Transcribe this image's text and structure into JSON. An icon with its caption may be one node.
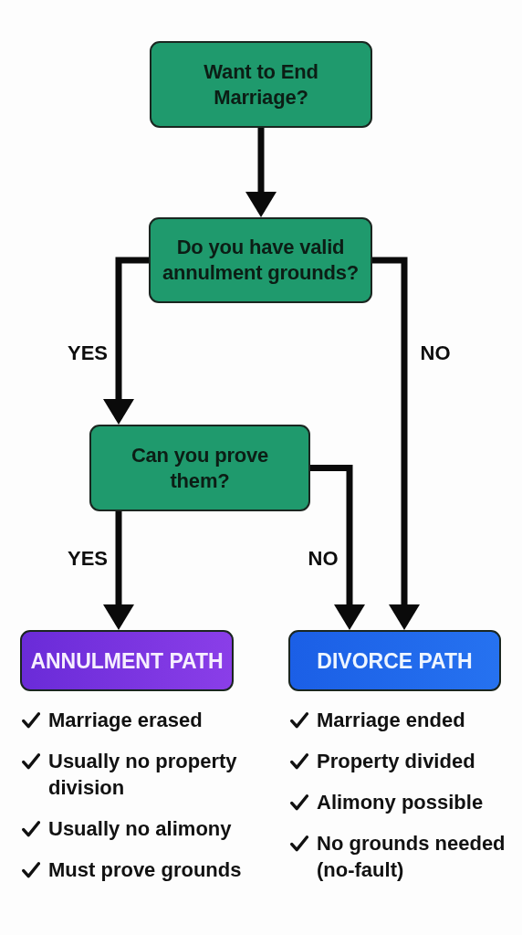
{
  "diagram": {
    "nodes": [
      {
        "text": [
          "Want to End Marriage?"
        ]
      },
      {
        "text": [
          "Do you have valid annulment grounds?"
        ]
      },
      {
        "text": [
          "Can you prove them?"
        ]
      },
      {
        "text": [
          "ANNULMENT PATH"
        ],
        "beside": [
          "Marriage erased",
          "Usually no property division",
          "Usually no alimony",
          "Must prove grounds"
        ]
      },
      {
        "text": [
          "DIVORCE PATH"
        ],
        "beside": [
          "Marriage ended",
          "Property divided",
          "Alimony possible",
          "No grounds needed (no-fault)"
        ]
      }
    ],
    "edges": [
      {
        "from": 0,
        "to": 1,
        "arrow": "to"
      },
      {
        "from": 1,
        "to": 2,
        "arrow": "to",
        "label": "YES"
      },
      {
        "from": 1,
        "to": 4,
        "arrow": "to",
        "label": "NO"
      },
      {
        "from": 2,
        "to": 3,
        "arrow": "to",
        "label": "YES"
      },
      {
        "from": 2,
        "to": 4,
        "arrow": "to",
        "label": "NO"
      }
    ]
  }
}
